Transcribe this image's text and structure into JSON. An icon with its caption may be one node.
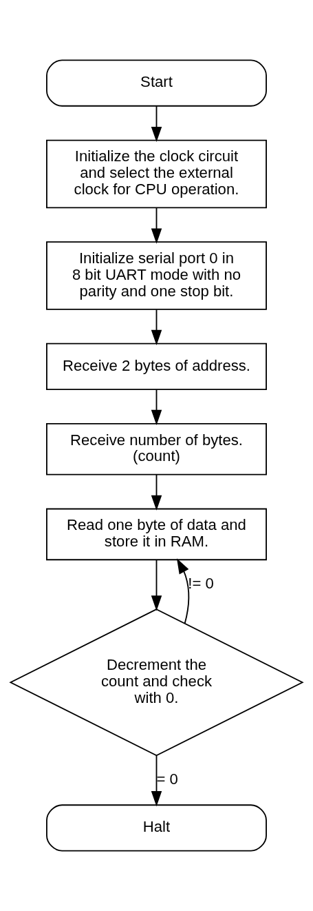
{
  "diagram": {
    "nodes": [
      {
        "text": [
          "Start"
        ]
      },
      {
        "text": [
          "Initialize the clock circuit and select the external clock for CPU operation."
        ]
      },
      {
        "text": [
          "Initialize serial port 0 in 8 bit UART mode with no parity and one stop bit."
        ]
      },
      {
        "text": [
          "Receive 2 bytes of address."
        ]
      },
      {
        "text": [
          "Receive number of bytes. (count)"
        ]
      },
      {
        "text": [
          "Read one byte of data and store it in RAM."
        ]
      },
      {
        "text": [
          "Decrement the count and check with 0."
        ]
      },
      {
        "text": [
          "Halt"
        ]
      }
    ],
    "edges": [
      {
        "from": 0,
        "to": 1,
        "arrow": "to"
      },
      {
        "from": 1,
        "to": 2,
        "arrow": "to"
      },
      {
        "from": 2,
        "to": 3,
        "arrow": "to"
      },
      {
        "from": 3,
        "to": 4,
        "arrow": "to"
      },
      {
        "from": 4,
        "to": 5,
        "arrow": "to"
      },
      {
        "from": 5,
        "to": 6,
        "arrow": "to"
      },
      {
        "from": 6,
        "to": 7,
        "arrow": "to",
        "label": "= 0"
      },
      {
        "from": 6,
        "to": 5,
        "arrow": "to",
        "label": "!= 0"
      }
    ]
  }
}
